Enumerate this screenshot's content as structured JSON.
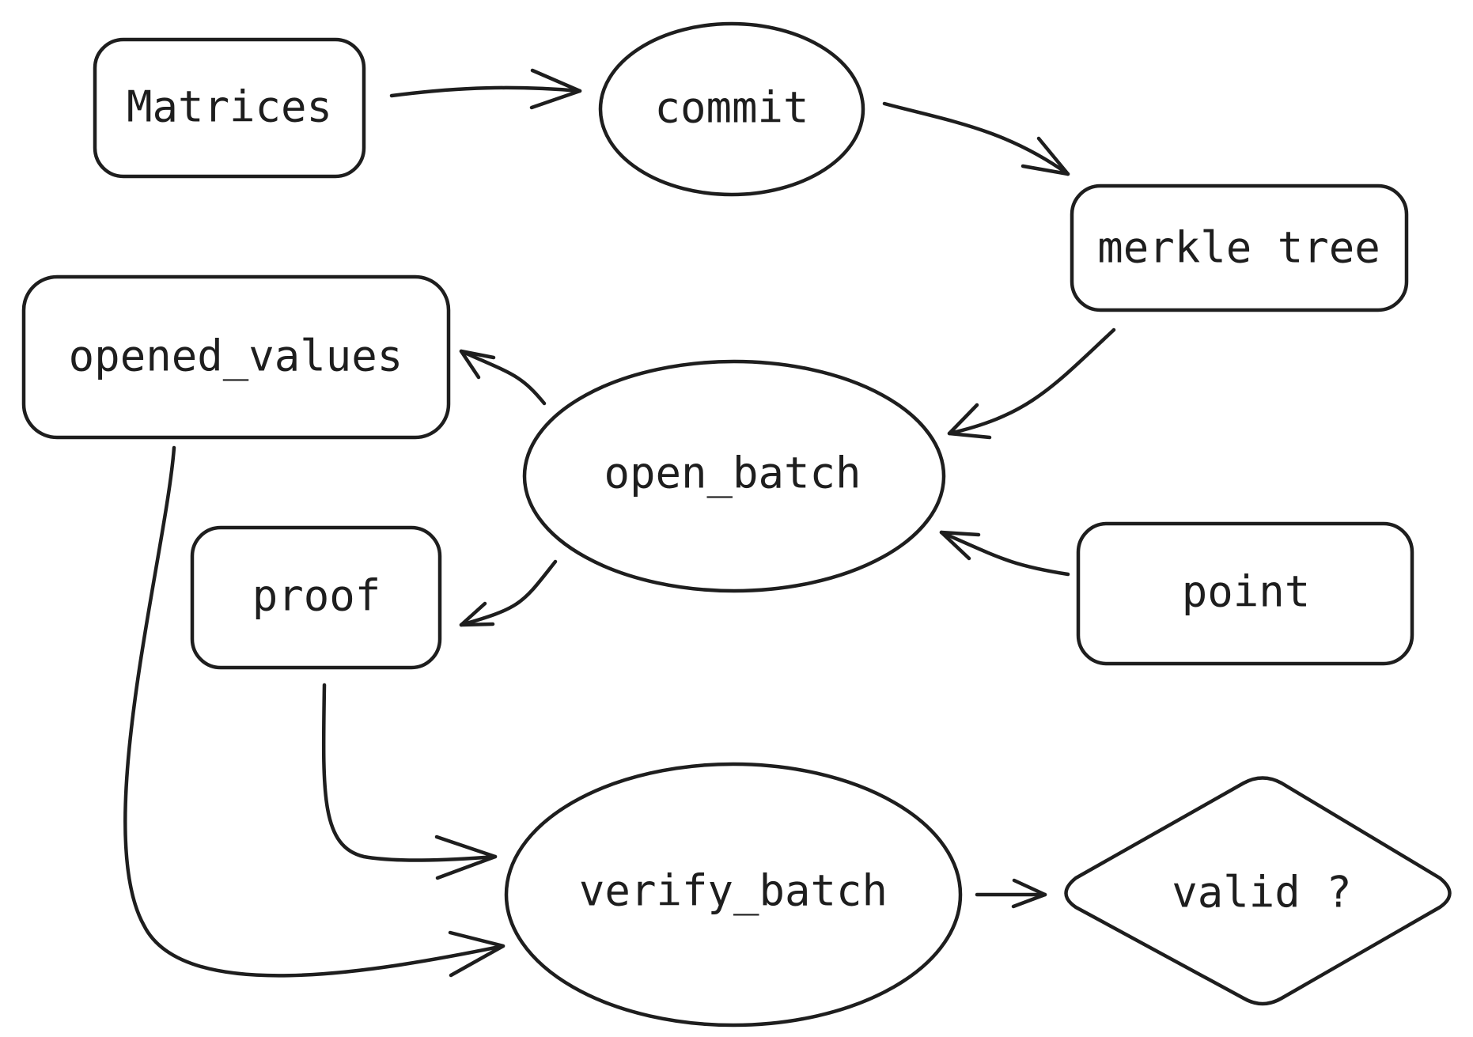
{
  "nodes": {
    "matrices": "Matrices",
    "commit": "commit",
    "merkle_tree": "merkle tree",
    "opened_values": "opened_values",
    "open_batch": "open_batch",
    "proof": "proof",
    "point": "point",
    "verify_batch": "verify_batch",
    "valid": "valid ?"
  },
  "colors": {
    "stroke": "#1e1e1e",
    "background": "#ffffff"
  }
}
